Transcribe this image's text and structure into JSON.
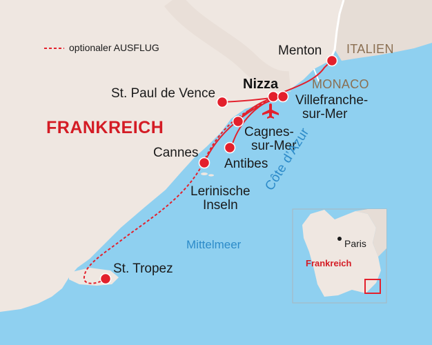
{
  "legend": {
    "excursion_label": "optionaler AUSFLUG"
  },
  "countries": {
    "main": "FRANKREICH",
    "neighbor": "ITALIEN",
    "monaco": "MONACO"
  },
  "places": {
    "nizza": "Nizza",
    "menton": "Menton",
    "st_paul": "St. Paul de Vence",
    "villefranche": [
      "Villefranche-",
      "sur-Mer"
    ],
    "cagnes": [
      "Cagnes-",
      "sur-Mer"
    ],
    "cannes": "Cannes",
    "antibes": "Antibes",
    "lerinische": [
      "Lerinische",
      "Inseln"
    ],
    "st_tropez": "St. Tropez"
  },
  "water": {
    "coast_name": "Côte d’Azur",
    "sea_name": "Mittelmeer"
  },
  "inset": {
    "country": "Frankreich",
    "city": "Paris"
  },
  "colors": {
    "sea": "#8fd0f0",
    "land": "#efe7e1",
    "route": "#e3202c",
    "border": "#ffffff",
    "title_red": "#d41c25"
  },
  "icons": [
    "airplane-icon",
    "location-dot-icon"
  ]
}
